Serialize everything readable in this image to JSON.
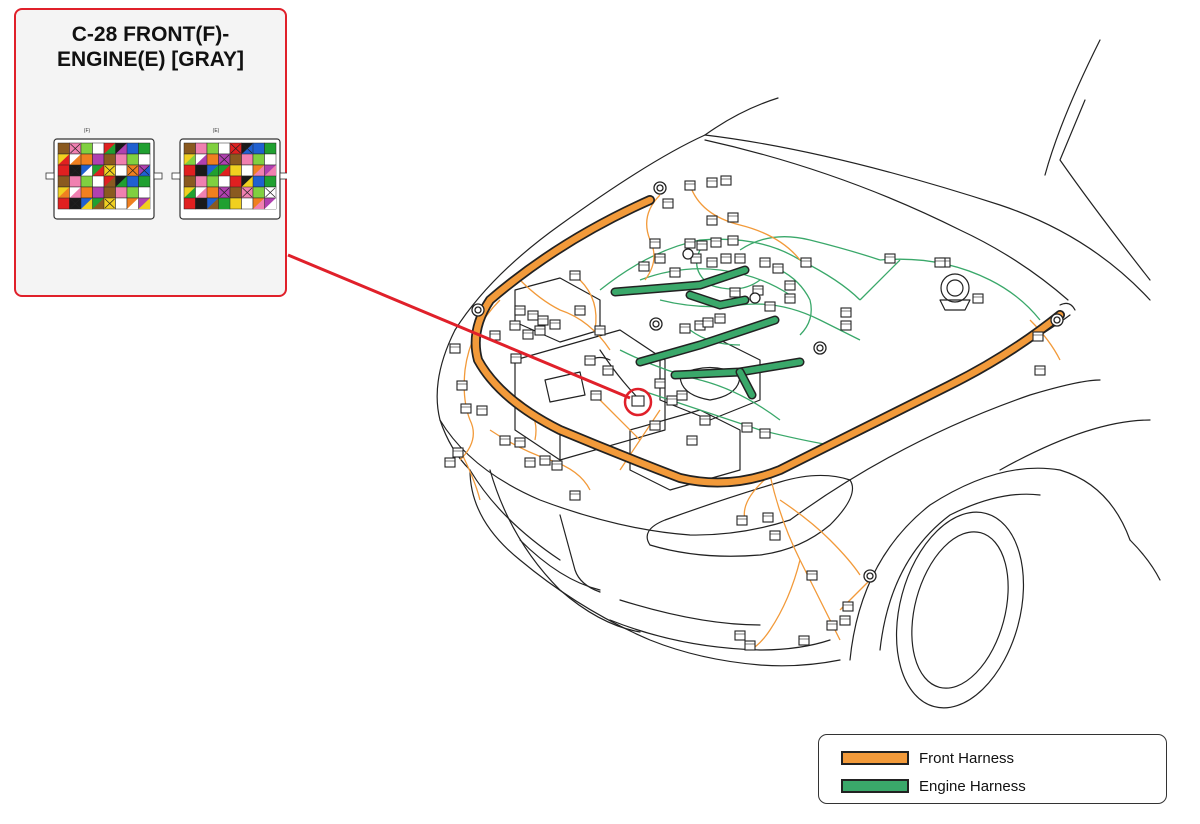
{
  "callout": {
    "title_line1": "C-28 FRONT(F)-",
    "title_line2": "ENGINE(E) [GRAY]",
    "connector_f_label": "(F)",
    "connector_e_label": "(E)"
  },
  "legend": {
    "items": [
      {
        "label": "Front Harness",
        "color": "#f29a3a"
      },
      {
        "label": "Engine Harness",
        "color": "#3aa86a"
      }
    ]
  },
  "colors": {
    "callout_border": "#e0202a",
    "front_harness": "#f29a3a",
    "engine_harness": "#3aa86a",
    "outline": "#222222"
  }
}
